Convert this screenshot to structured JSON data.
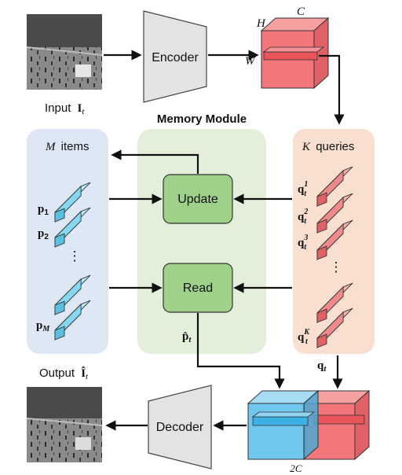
{
  "input_label": "Input",
  "input_symbol": "I",
  "input_subscript": "t",
  "encoder_label": "Encoder",
  "decoder_label": "Decoder",
  "feature_dims": {
    "h": "H",
    "c": "C",
    "w": "W"
  },
  "memory_module_title": "Memory Module",
  "memory_items_var": "M",
  "memory_items_word": "items",
  "queries_var": "K",
  "queries_word": "queries",
  "update_label": "Update",
  "read_label": "Read",
  "memory_item_labels": [
    {
      "base": "p",
      "sub": "1"
    },
    {
      "base": "p",
      "sub": "2"
    },
    {
      "base": "p",
      "sub": "M"
    }
  ],
  "query_labels": [
    {
      "base": "q",
      "sub": "t",
      "sup": "1"
    },
    {
      "base": "q",
      "sub": "t",
      "sup": "2"
    },
    {
      "base": "q",
      "sub": "t",
      "sup": "3"
    },
    {
      "base": "q",
      "sub": "t",
      "sup": "K"
    }
  ],
  "ellipsis": "⋮",
  "read_output": {
    "base": "p̂",
    "sub": "t"
  },
  "query_output": {
    "base": "q",
    "sub": "t"
  },
  "output_label": "Output",
  "output_symbol": "Î",
  "output_subscript": "t",
  "concat_dim": "2C",
  "colors": {
    "memory_panel": "#dde8f4",
    "module_panel": "#e4efdb",
    "query_panel": "#f9dfcf",
    "op_box": "#9fd18a",
    "memory_item": "#86d8f2",
    "query_item": "#f08a8a",
    "feature_red": "#f3777a",
    "feature_blue": "#6fc7ee",
    "encoder_fill": "#e3e3e3"
  }
}
